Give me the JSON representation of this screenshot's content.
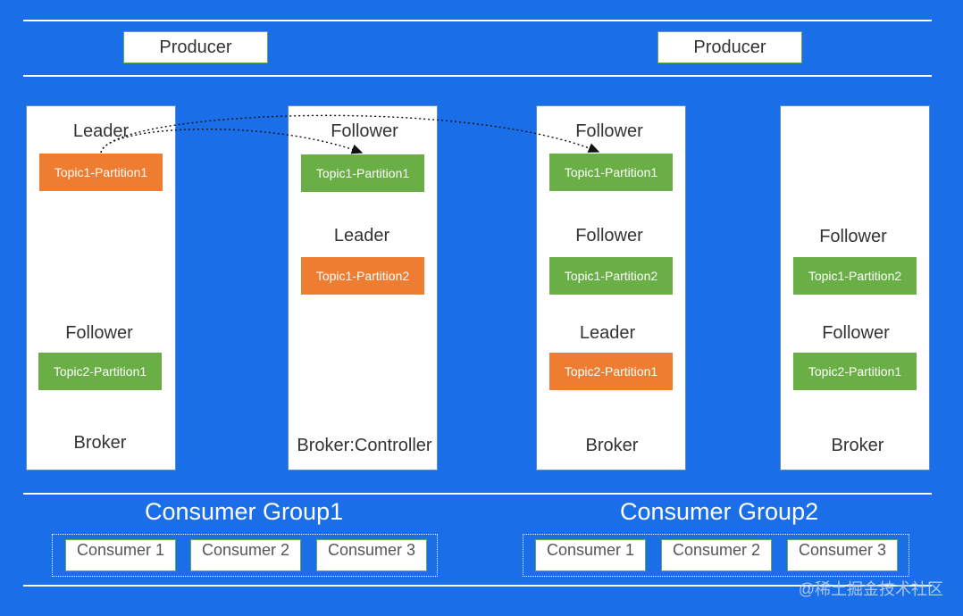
{
  "producers": [
    {
      "label": "Producer"
    },
    {
      "label": "Producer"
    }
  ],
  "brokers": [
    {
      "label": "Broker",
      "items": [
        {
          "role": "Leader",
          "partition": "Topic1-Partition1",
          "state": "leader"
        },
        {
          "role": "Follower",
          "partition": "Topic2-Partition1",
          "state": "follower"
        }
      ]
    },
    {
      "label": "Broker:Controller",
      "items": [
        {
          "role": "Follower",
          "partition": "Topic1-Partition1",
          "state": "follower"
        },
        {
          "role": "Leader",
          "partition": "Topic1-Partition2",
          "state": "leader"
        }
      ]
    },
    {
      "label": "Broker",
      "items": [
        {
          "role": "Follower",
          "partition": "Topic1-Partition1",
          "state": "follower"
        },
        {
          "role": "Follower",
          "partition": "Topic1-Partition2",
          "state": "follower"
        },
        {
          "role": "Leader",
          "partition": "Topic2-Partition1",
          "state": "leader"
        }
      ]
    },
    {
      "label": "Broker",
      "items": [
        {
          "role": "Follower",
          "partition": "Topic1-Partition2",
          "state": "follower"
        },
        {
          "role": "Follower",
          "partition": "Topic2-Partition1",
          "state": "follower"
        }
      ]
    }
  ],
  "consumer_groups": [
    {
      "title": "Consumer Group1",
      "consumers": [
        {
          "label": "Consumer 1"
        },
        {
          "label": "Consumer 2"
        },
        {
          "label": "Consumer 3"
        }
      ]
    },
    {
      "title": "Consumer Group2",
      "consumers": [
        {
          "label": "Consumer 1"
        },
        {
          "label": "Consumer 2"
        },
        {
          "label": "Consumer 3"
        }
      ]
    }
  ],
  "watermark": "@稀土掘金技术社区",
  "colors": {
    "background": "#1a6fe8",
    "leader": "#ef7d31",
    "follower": "#6aaf46",
    "box": "#ffffff",
    "border": "#6aa84f"
  }
}
